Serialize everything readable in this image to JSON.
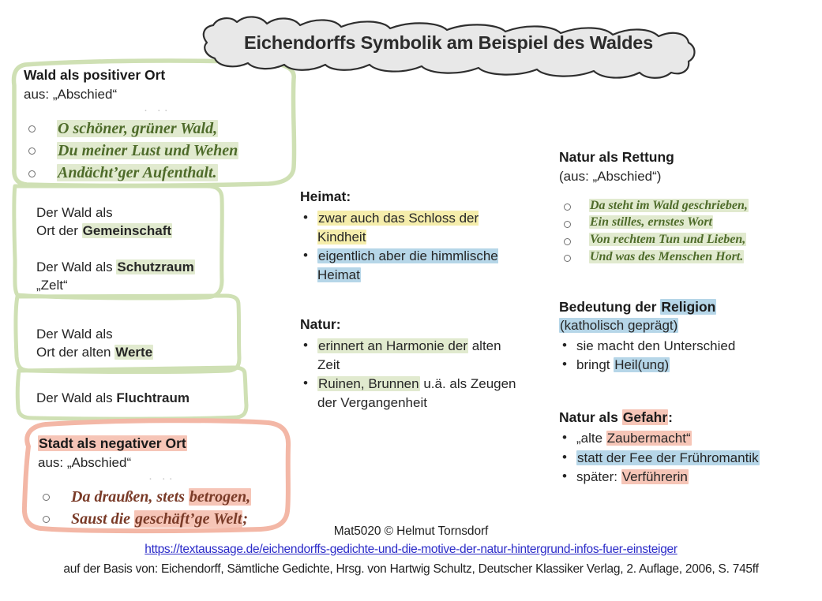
{
  "title": "Eichendorffs Symbolik am Beispiel des Waldes",
  "colors": {
    "green_box": "#cfe0b4",
    "red_box": "#f3b7a6",
    "quote_green": "#4e6b2a",
    "quote_red": "#7a3b28",
    "highlight_green": "#b7cd8c",
    "highlight_yellow": "#f3e896",
    "highlight_blue": "#a6cde3",
    "highlight_red": "#f3af9b",
    "link": "#2b2bc8",
    "title_fill": "#e8e8e8"
  },
  "left_column": {
    "wald_positiv": {
      "heading": "Wald als positiver Ort",
      "source": "aus: „Abschied“",
      "ellipsis": "· ··",
      "quotes": [
        "O schöner, grüner Wald,",
        "Du meiner Lust und Wehen",
        "Andächt’ger Aufenthalt."
      ]
    },
    "aspects": [
      {
        "line1": "Der Wald als",
        "line2_pre": "Ort der ",
        "line2_key": "Gemeinschaft",
        "line2_post": ""
      },
      {
        "line1": "",
        "line2_pre": "Der Wald als ",
        "line2_key": "Schutzraum",
        "line2_post": "",
        "line3": "„Zelt“"
      },
      {
        "line1": "Der Wald als",
        "line2_pre": "Ort der alten ",
        "line2_key": "Werte",
        "line2_post": ""
      },
      {
        "line1": "",
        "line2_pre": "Der Wald als ",
        "line2_key": "Fluchtraum",
        "line2_post": ""
      }
    ],
    "stadt_negativ": {
      "heading": "Stadt als negativer Ort",
      "source": "aus: „Abschied“",
      "ellipsis": "· ··",
      "quotes": [
        {
          "pre": "Da draußen, stets ",
          "hl": "betrogen,",
          "post": ""
        },
        {
          "pre": "Saust die ",
          "hl": "geschäft’ge Welt",
          "post": ";"
        }
      ]
    }
  },
  "middle_column": {
    "heimat": {
      "heading": "Heimat:",
      "bullets": [
        {
          "text": "zwar auch das Schloss der Kindheit",
          "highlight": "yellow"
        },
        {
          "text": "eigentlich aber die himmlische Heimat",
          "highlight": "blue"
        }
      ]
    },
    "natur": {
      "heading": "Natur:",
      "bullets": [
        {
          "pre": "",
          "hl": "erinnert an Harmonie der",
          "post": " alten Zeit",
          "highlight": "green"
        },
        {
          "pre": "",
          "hl": "Ruinen, Brunnen",
          "post": " u.ä. als Zeugen der Vergangenheit",
          "highlight": "green"
        }
      ]
    }
  },
  "right_column": {
    "natur_rettung": {
      "heading": "Natur als Rettung",
      "source": "(aus: „Abschied“)",
      "quotes": [
        "Da steht im Wald geschrieben,",
        "Ein stilles, ernstes Wort",
        "Von rechtem Tun und Lieben,",
        "Und was des Menschen Hort."
      ]
    },
    "religion": {
      "heading_pre": "Bedeutung der ",
      "heading_key": "Religion",
      "sub": "(katholisch geprägt)",
      "bullets": [
        {
          "text": "sie macht den Unterschied"
        },
        {
          "pre": "bringt ",
          "hl": "Heil(ung)",
          "post": ""
        }
      ]
    },
    "gefahr": {
      "heading_pre": "Natur als ",
      "heading_key": "Gefahr",
      "heading_post": ":",
      "bullets": [
        {
          "pre": "„alte ",
          "hl": "Zaubermacht“",
          "post": "",
          "highlight": "red"
        },
        {
          "pre": "",
          "hl": "statt der Fee der Frühromantik",
          "post": "",
          "highlight": "blue"
        },
        {
          "pre": "später: ",
          "hl": "Verführerin",
          "post": "",
          "highlight": "red"
        }
      ]
    }
  },
  "footer": {
    "credit": "Mat5020 © Helmut Tornsdorf",
    "link": "https://textaussage.de/eichendorffs-gedichte-und-die-motive-der-natur-hintergrund-infos-fuer-einsteiger",
    "basis": "auf der Basis von: Eichendorff, Sämtliche Gedichte, Hrsg. von Hartwig Schultz, Deutscher Klassiker Verlag, 2. Auflage, 2006, S. 745ff"
  }
}
